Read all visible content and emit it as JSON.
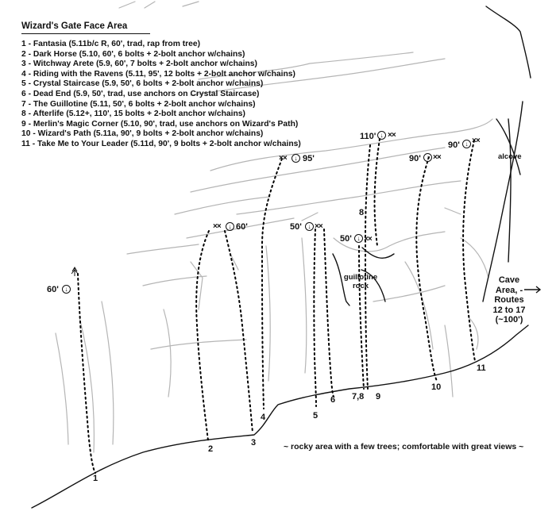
{
  "title": "Wizard's Gate Face Area",
  "routes": [
    "1 - Fantasia (5.11b/c R, 60', trad, rap from tree)",
    "2 - Dark Horse (5.10, 60', 6 bolts + 2-bolt anchor w/chains)",
    "3 - Witchway Arete (5.9, 60', 7 bolts + 2-bolt anchor w/chains)",
    "4 - Riding with the Ravens (5.11, 95', 12 bolts + 2-bolt anchor w/chains)",
    "5 - Crystal Staircase (5.9, 50', 6 bolts + 2-bolt anchor w/chains)",
    "6 - Dead End (5.9, 50', trad, use anchors on Crystal Staircase)",
    "7 - The Guillotine (5.11, 50', 6 bolts + 2-bolt anchor w/chains)",
    "8 - Afterlife (5.12+, 110', 15 bolts + 2-bolt anchor w/chains)",
    "9 - Merlin's Magic Corner (5.10, 90', trad, use anchors on Wizard's Path)",
    "10 - Wizard's Path (5.11a, 90', 9 bolts + 2-bolt anchor w/chains)",
    "11 - Take Me to Your Leader (5.11d, 90', 9 bolts + 2-bolt anchor w/chains)"
  ],
  "route_numbers": [
    "1",
    "2",
    "3",
    "4",
    "5",
    "6",
    "7,8",
    "9",
    "10",
    "11",
    "8"
  ],
  "heights": [
    "60'",
    "60'",
    "95'",
    "50'",
    "50'",
    "110'",
    "90'",
    "90'"
  ],
  "symbols": {
    "rappel": "↓",
    "anchor": "××"
  },
  "guillotine_rock": "guillotine rock",
  "alcove": "alcove",
  "cave_area": "Cave Area, - Routes 12 to 17 (~100')",
  "footer": "~ rocky area with a few trees; comfortable with great views ~",
  "colors": {
    "ink": "#111111",
    "rock": "#b5b5b5",
    "route": "#000000"
  }
}
